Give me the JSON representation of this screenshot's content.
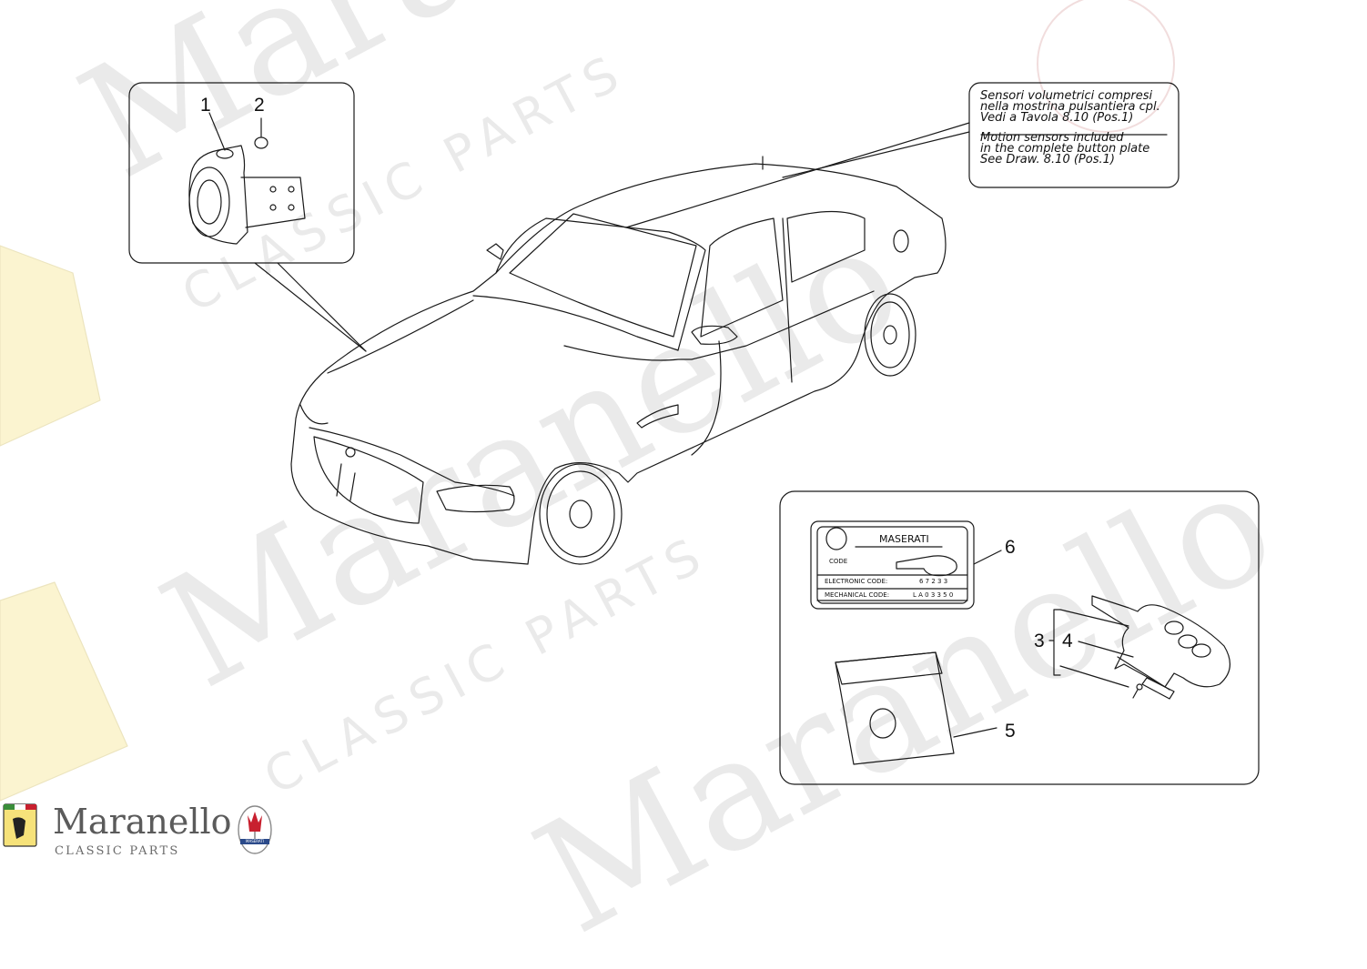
{
  "watermark": {
    "word": "Maranello",
    "sub": "CLASSIC PARTS"
  },
  "brand": {
    "name": "Maranello",
    "sub": "CLASSIC PARTS",
    "badge_text": "MASERATI"
  },
  "callout": {
    "it_line1": "Sensori volumetrici compresi",
    "it_line2": "nella mostrina pulsantiera cpl.",
    "it_line3": "Vedi a Tavola 8.10 (Pos.1)",
    "en_line1": "Motion sensors included",
    "en_line2": "in the complete button plate",
    "en_line3": "See Draw. 8.10 (Pos.1)"
  },
  "parts": {
    "p1": "1",
    "p2": "2",
    "p3": "3",
    "p4": "4",
    "p5": "5",
    "p6": "6"
  },
  "code_card": {
    "brand": "MASERATI",
    "code_label": "CODE",
    "electronic_label": "ELECTRONIC CODE:",
    "electronic_value": "6 7 2 3 3",
    "mechanical_label": "MECHANICAL CODE:",
    "mechanical_value": "L A 0 3 3 5 0"
  },
  "colors": {
    "line": "#1a1a1a",
    "watermark": "#d9d9d9",
    "brand_text": "#5b5b5b",
    "ferrari_yellow": "#f6e27a"
  }
}
